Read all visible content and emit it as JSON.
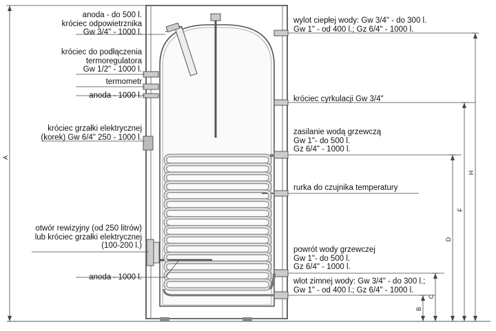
{
  "labels": {
    "anode_top": [
      "anoda - do 500 l.",
      "króciec odpowietrznika",
      "Gw 3/4\" - 1000 l."
    ],
    "thermoregulator": [
      "króciec do podłączenia",
      "termoregulatora",
      "Gw 1/2\" - 1000 l."
    ],
    "thermometer": "termometr",
    "anode_1000": "anoda - 1000 l.",
    "heater_cork": [
      "króciec grzałki elektrycznej",
      "(korek) Gw 6/4\" 250 - 1000 l."
    ],
    "inspection": [
      "otwór rewizyjny (od 250 litrów)",
      "lub króciec grzałki elektrycznej",
      "(100-200 l.)"
    ],
    "anode_bottom": "anoda - 1000 l.",
    "hot_outlet": [
      "wylot ciepłej wody: Gw 3/4\" - do 300 l.",
      "Gw 1\" - od 400 l.; Gz 6/4\" - 1000 l."
    ],
    "circulation": "króciec cyrkulacji Gw 3/4\"",
    "heating_supply": [
      "zasilanie wodą grzewczą",
      "Gw 1\"- do 500 l.",
      "Gz 6/4\" - 1000 l."
    ],
    "sensor_tube": "rurka do czujnika temperatury",
    "heating_return": [
      "powrót wody grzewczej",
      "Gw 1\"- do 500 l.",
      "Gz 6/4\" - 1000 l."
    ],
    "cold_inlet": [
      "wlot zimnej wody: Gw 3/4\" - do 300 l.;",
      "Gw 1\" - od 400 l.; Gz 6/4\" - 1000 l."
    ]
  },
  "dimensions": {
    "A": "A",
    "B": "B",
    "C": "C",
    "D": "D",
    "F": "F",
    "H": "H"
  },
  "colors": {
    "line": "#4a4a4a",
    "tank": "#6a6a6a",
    "tank_wall_fill": "#d8d8d8",
    "coil": "#8a8a8a",
    "coil_fill": "#e6e6e6"
  }
}
